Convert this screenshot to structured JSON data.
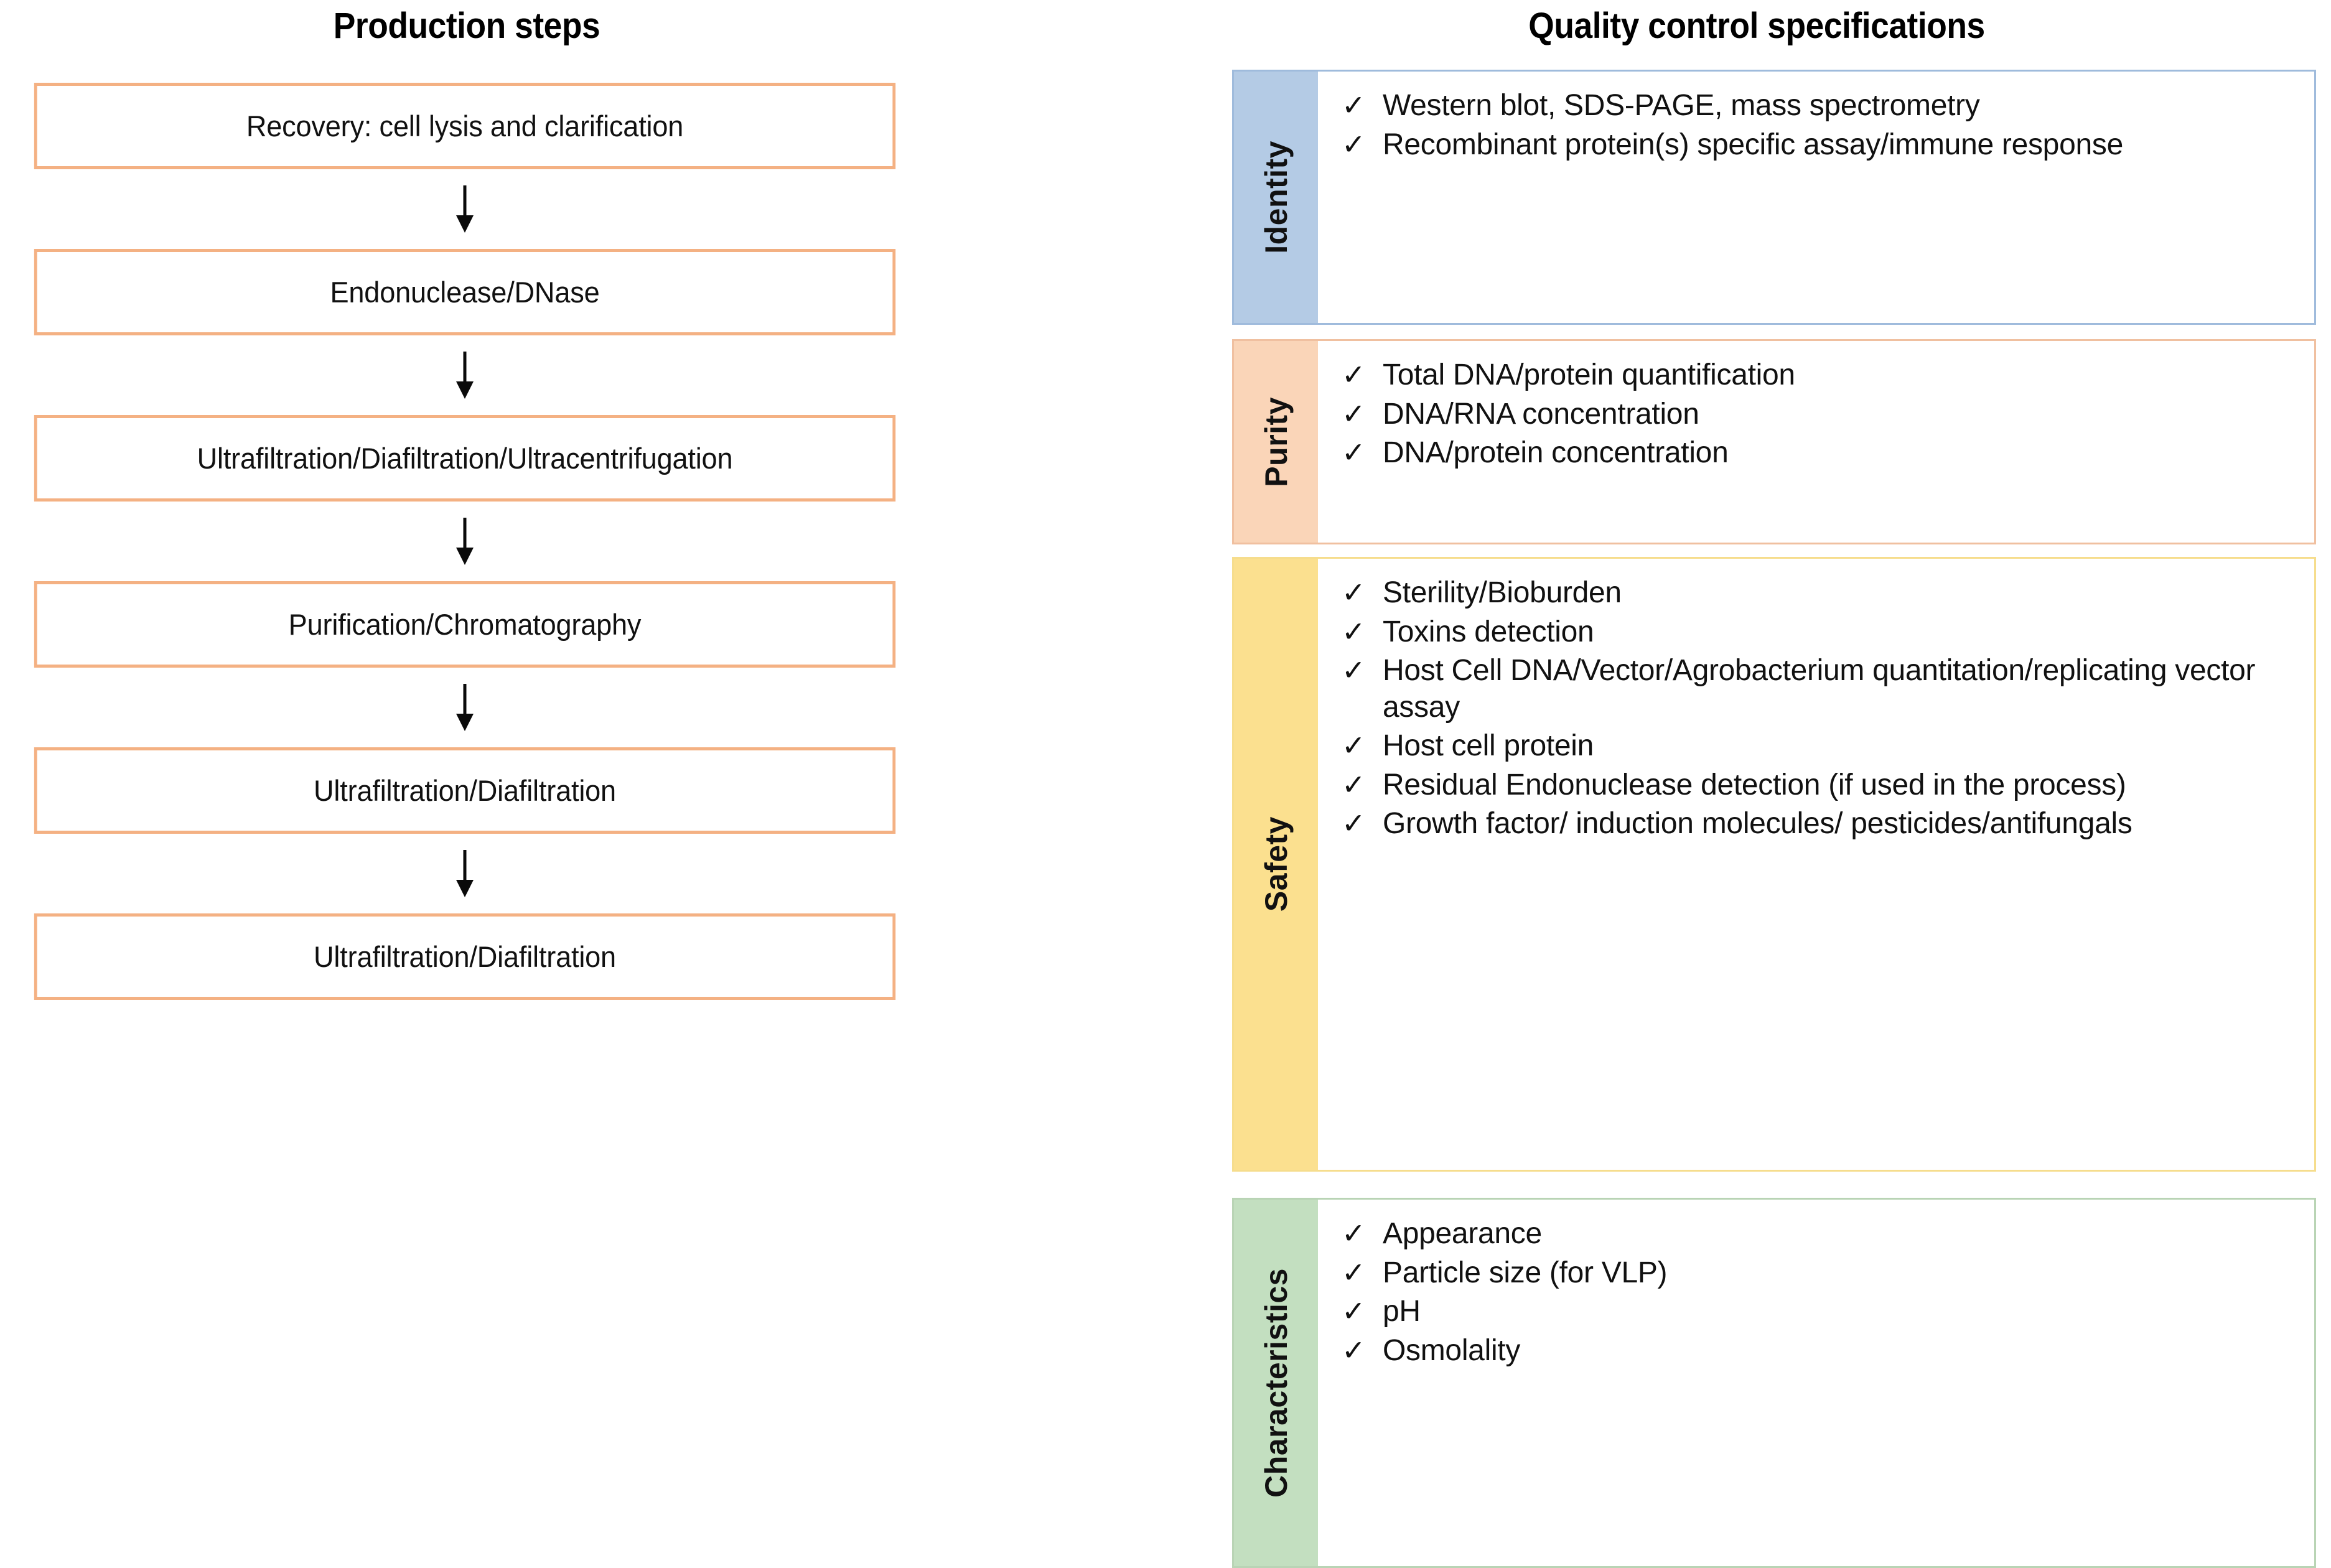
{
  "production": {
    "title": "Production steps",
    "steps": [
      "Recovery: cell lysis and clarification",
      "Endonuclease/DNase",
      "Ultrafiltration/Diafiltration/Ultracentrifugation",
      "Purification/Chromatography",
      "Ultrafiltration/Diafiltration",
      "Ultrafiltration/Diafiltration"
    ],
    "box_border_color": "#f4b183",
    "arrow_icon": "down-arrow-icon"
  },
  "quality_control": {
    "title": "Quality control  specifications",
    "check_glyph": "✓",
    "panels": [
      {
        "label": "Identity",
        "tab_color": "#b4cbe5",
        "border_color": "#9fbbdc",
        "items": [
          "Western blot, SDS-PAGE, mass spectrometry",
          "Recombinant protein(s) specific assay/immune response"
        ]
      },
      {
        "label": "Purity",
        "tab_color": "#fad5b8",
        "border_color": "#f0c0a0",
        "items": [
          "Total DNA/protein quantification",
          "DNA/RNA concentration",
          "DNA/protein concentration"
        ]
      },
      {
        "label": "Safety",
        "tab_color": "#fbe08f",
        "border_color": "#f6dd8d",
        "items": [
          "Sterility/Bioburden",
          "Toxins detection",
          "Host Cell DNA/Vector/Agrobacterium quantitation/replicating vector assay",
          "Host cell protein",
          "Residual Endonuclease detection (if used in the process)",
          "Growth factor/ induction molecules/ pesticides/antifungals"
        ]
      },
      {
        "label": "Characteristics",
        "tab_color": "#c3dfc0",
        "border_color": "#b9d4b5",
        "items": [
          "Appearance",
          "Particle size (for VLP)",
          "pH",
          "Osmolality"
        ]
      }
    ]
  }
}
